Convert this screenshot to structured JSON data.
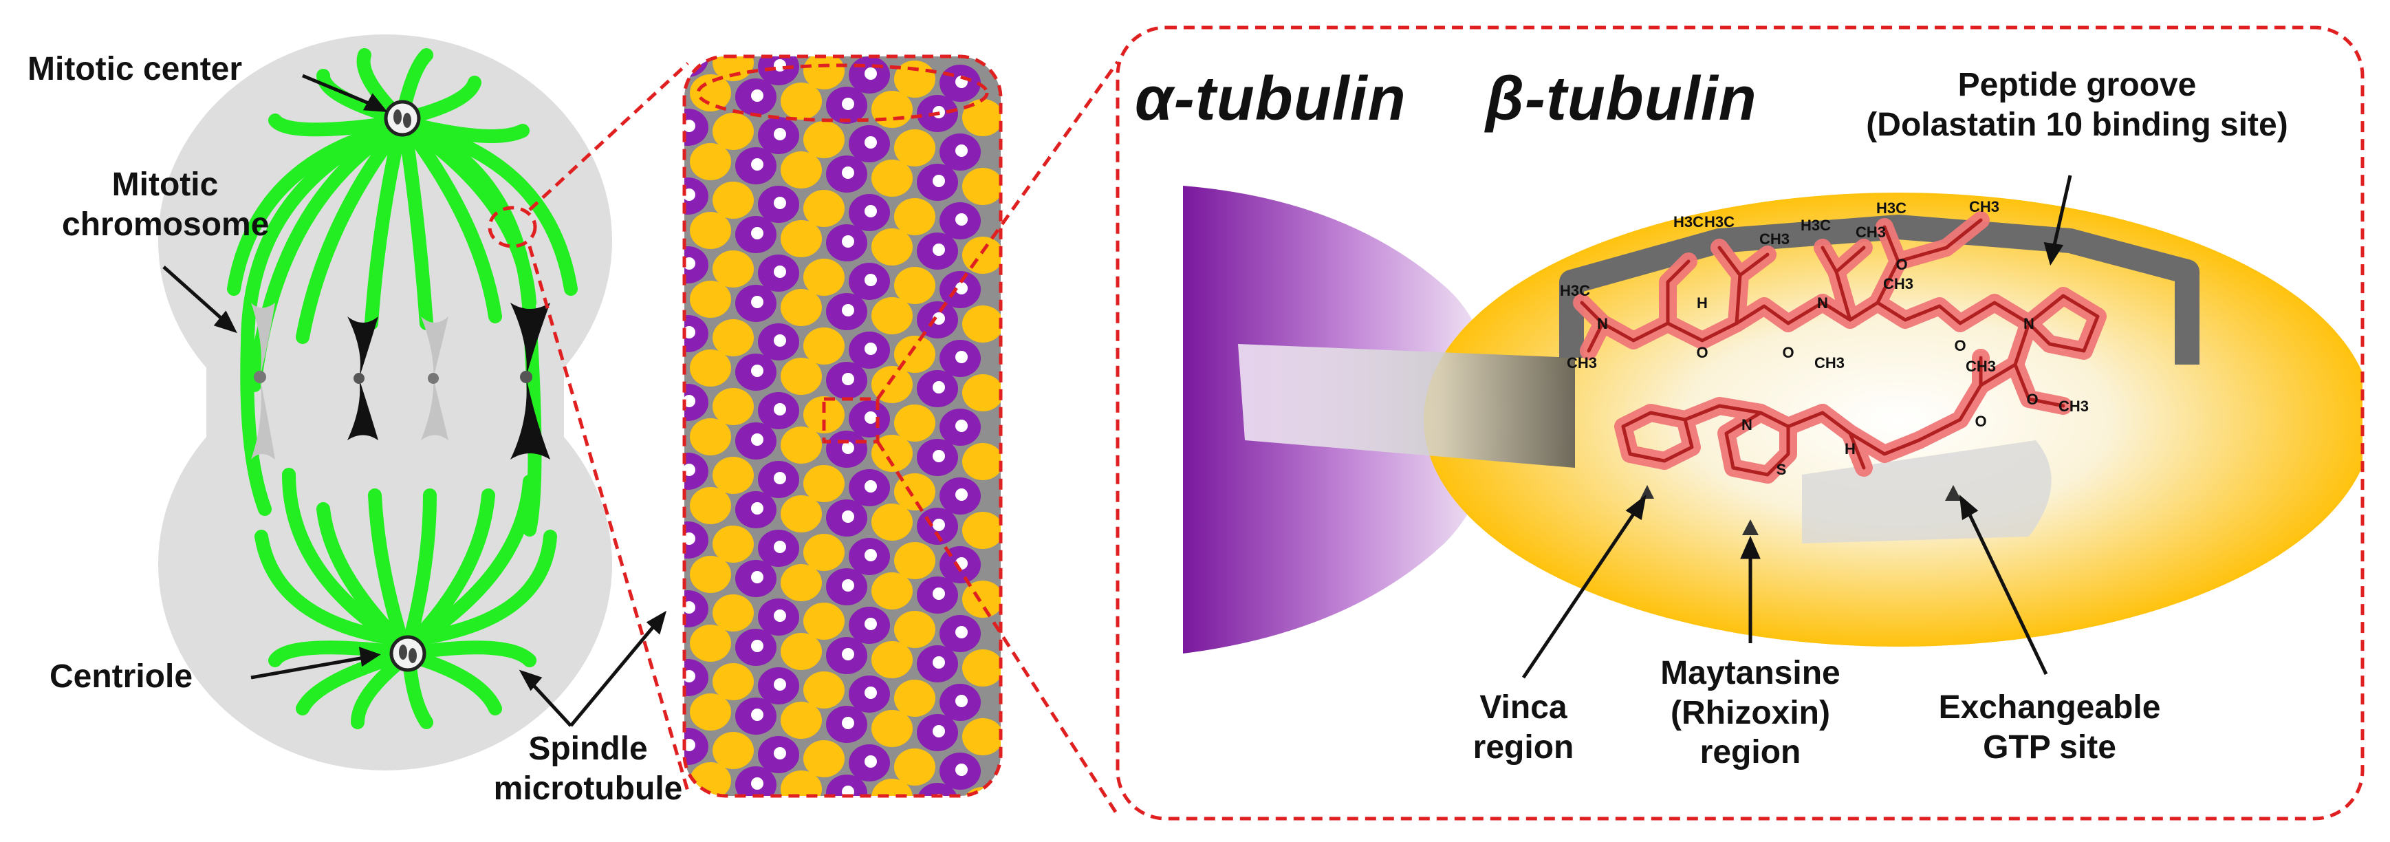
{
  "colors": {
    "spindle": "#22ee22",
    "alpha_tubulin": "#8a1fb4",
    "beta_tubulin": "#ffc20e",
    "molecule": "#f07878",
    "molecule_bond": "#b02020",
    "zoom_box": "#e02020",
    "cell": "#dedede",
    "groove": "#6b6b6b"
  },
  "cell_labels": {
    "mitotic_center": "Mitotic center",
    "mitotic_chromosome": [
      "Mitotic",
      "chromosome"
    ],
    "centriole": "Centriole",
    "spindle_microtubule": [
      "Spindle",
      "microtubule"
    ]
  },
  "zoom_panel": {
    "alpha_label": "α-tubulin",
    "beta_label": "β-tubulin",
    "peptide_groove": [
      "Peptide groove",
      "(Dolastatin 10 binding site)"
    ],
    "vinca": [
      "Vinca",
      "region"
    ],
    "maytansine": [
      "Maytansine",
      "(Rhizoxin)",
      "region"
    ],
    "gtp": [
      "Exchangeable",
      "GTP site"
    ]
  },
  "molecule_atoms": {
    "h3c": "H3C",
    "ch3": "CH3",
    "n": "N",
    "nh": "H",
    "o": "O",
    "s": "S"
  }
}
